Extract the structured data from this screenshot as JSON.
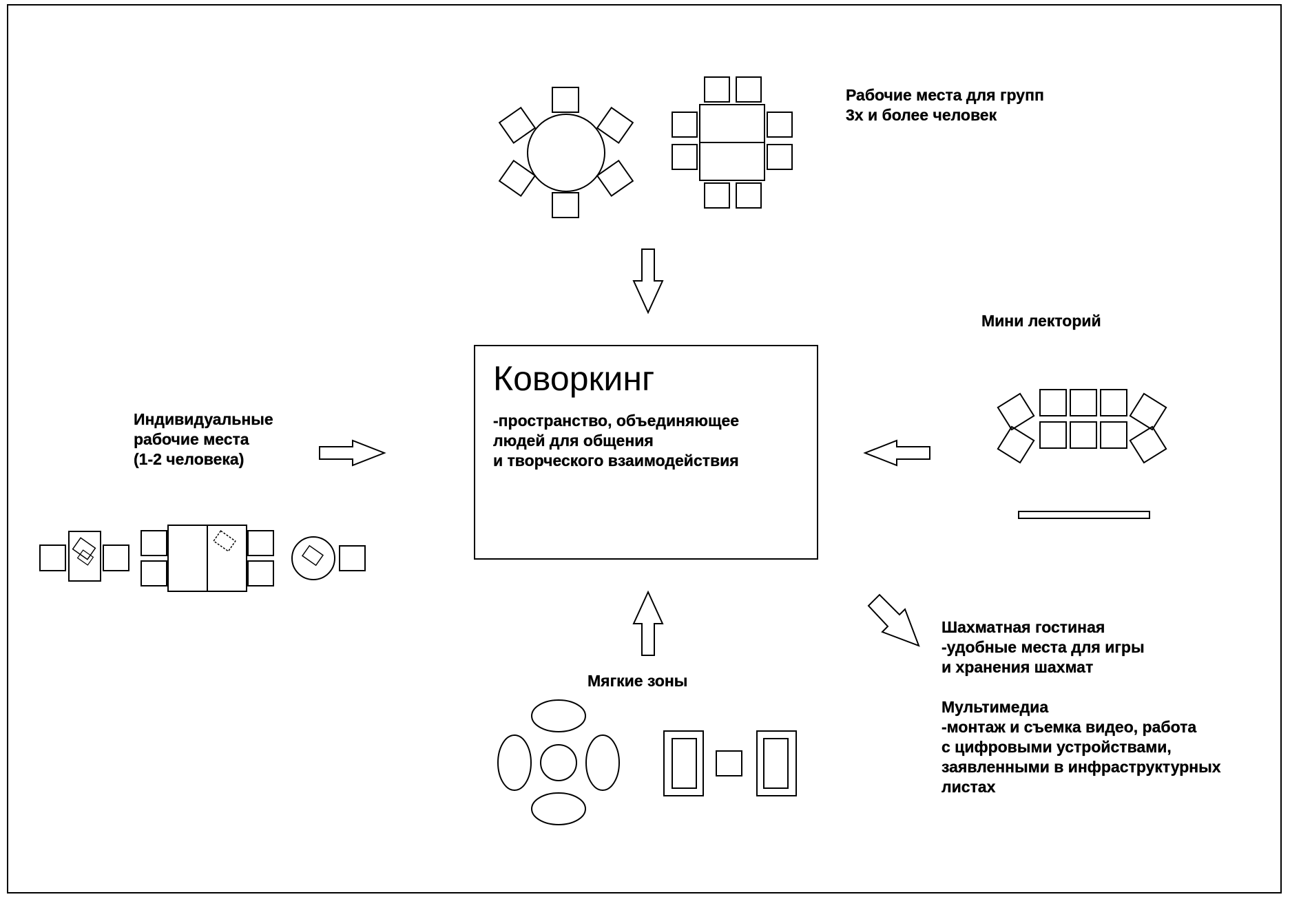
{
  "center": {
    "title": "Коворкинг",
    "description": "-пространство, объединяющее\nлюдей для общения\nи творческого взаимодействия"
  },
  "zones": {
    "group": "Рабочие места для групп\n3х и более человек",
    "individual": "Индивидуальные\nрабочие места\n(1-2 человека)",
    "lecture": "Мини лекторий",
    "soft": "Мягкие зоны",
    "chess": "Шахматная гостиная\n-удобные места для игры\nи хранения шахмат",
    "multimedia": "Мультимедиа\n-монтаж и съемка видео, работа\nс цифровыми устройствами,\nзаявленными в инфраструктурных\nлистах"
  }
}
